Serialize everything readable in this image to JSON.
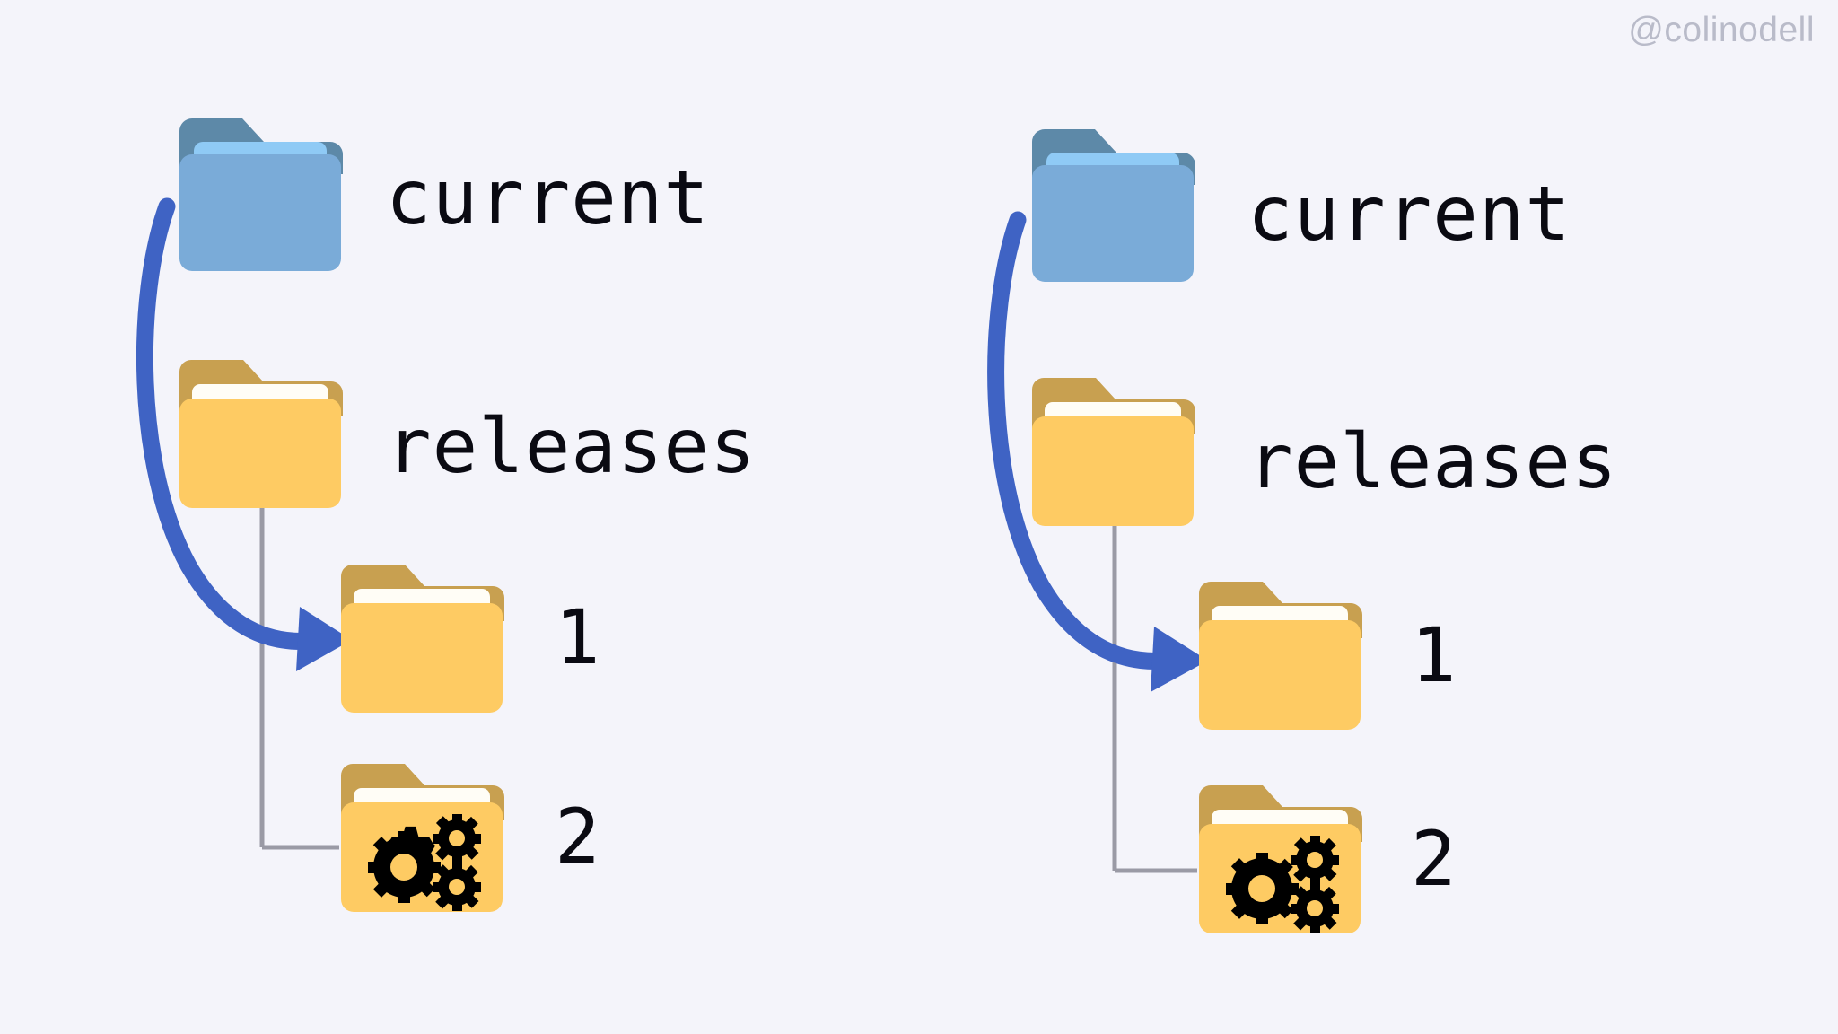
{
  "background_color": "#f4f4fa",
  "watermark": {
    "text": "@colinodell",
    "color": "#b9bbc9"
  },
  "palette": {
    "folder_blue_body": "#7aabd8",
    "folder_blue_tab": "#5d89a8",
    "folder_blue_sheet": "#8fcaf5",
    "folder_orange_body": "#fecb63",
    "folder_orange_tab": "#c8a050",
    "folder_paper_white": "#fffdf6",
    "connector_gray": "#9a9aa5",
    "arrow_blue": "#3f63c4",
    "gear_black": "#000000",
    "text_black": "#0a0a12"
  },
  "diagrams": [
    {
      "id": "left-frame",
      "nodes": [
        {
          "key": "current",
          "label": "current",
          "icon": "folder-blue-icon",
          "kind": "blue",
          "has_gears": false
        },
        {
          "key": "releases",
          "label": "releases",
          "icon": "folder-orange-icon",
          "kind": "orange",
          "has_gears": false
        },
        {
          "key": "release-1",
          "label": "1",
          "icon": "folder-orange-icon",
          "kind": "orange",
          "has_gears": false
        },
        {
          "key": "release-2",
          "label": "2",
          "icon": "folder-orange-gears-icon",
          "kind": "orange",
          "has_gears": true
        }
      ],
      "arrow": {
        "from": "current",
        "to": "release-1",
        "style": "curved",
        "color": "#3f63c4"
      },
      "tree_edges": [
        {
          "from": "releases",
          "to": "release-1"
        },
        {
          "from": "releases",
          "to": "release-2"
        }
      ]
    },
    {
      "id": "right-frame",
      "nodes": [
        {
          "key": "current",
          "label": "current",
          "icon": "folder-blue-icon",
          "kind": "blue",
          "has_gears": false
        },
        {
          "key": "releases",
          "label": "releases",
          "icon": "folder-orange-icon",
          "kind": "orange",
          "has_gears": false
        },
        {
          "key": "release-1",
          "label": "1",
          "icon": "folder-orange-icon",
          "kind": "orange",
          "has_gears": false
        },
        {
          "key": "release-2",
          "label": "2",
          "icon": "folder-orange-gears-icon",
          "kind": "orange",
          "has_gears": true
        }
      ],
      "arrow": {
        "from": "current",
        "to": "release-1",
        "style": "curved",
        "color": "#3f63c4"
      },
      "tree_edges": [
        {
          "from": "releases",
          "to": "release-1"
        },
        {
          "from": "releases",
          "to": "release-2"
        }
      ]
    }
  ]
}
